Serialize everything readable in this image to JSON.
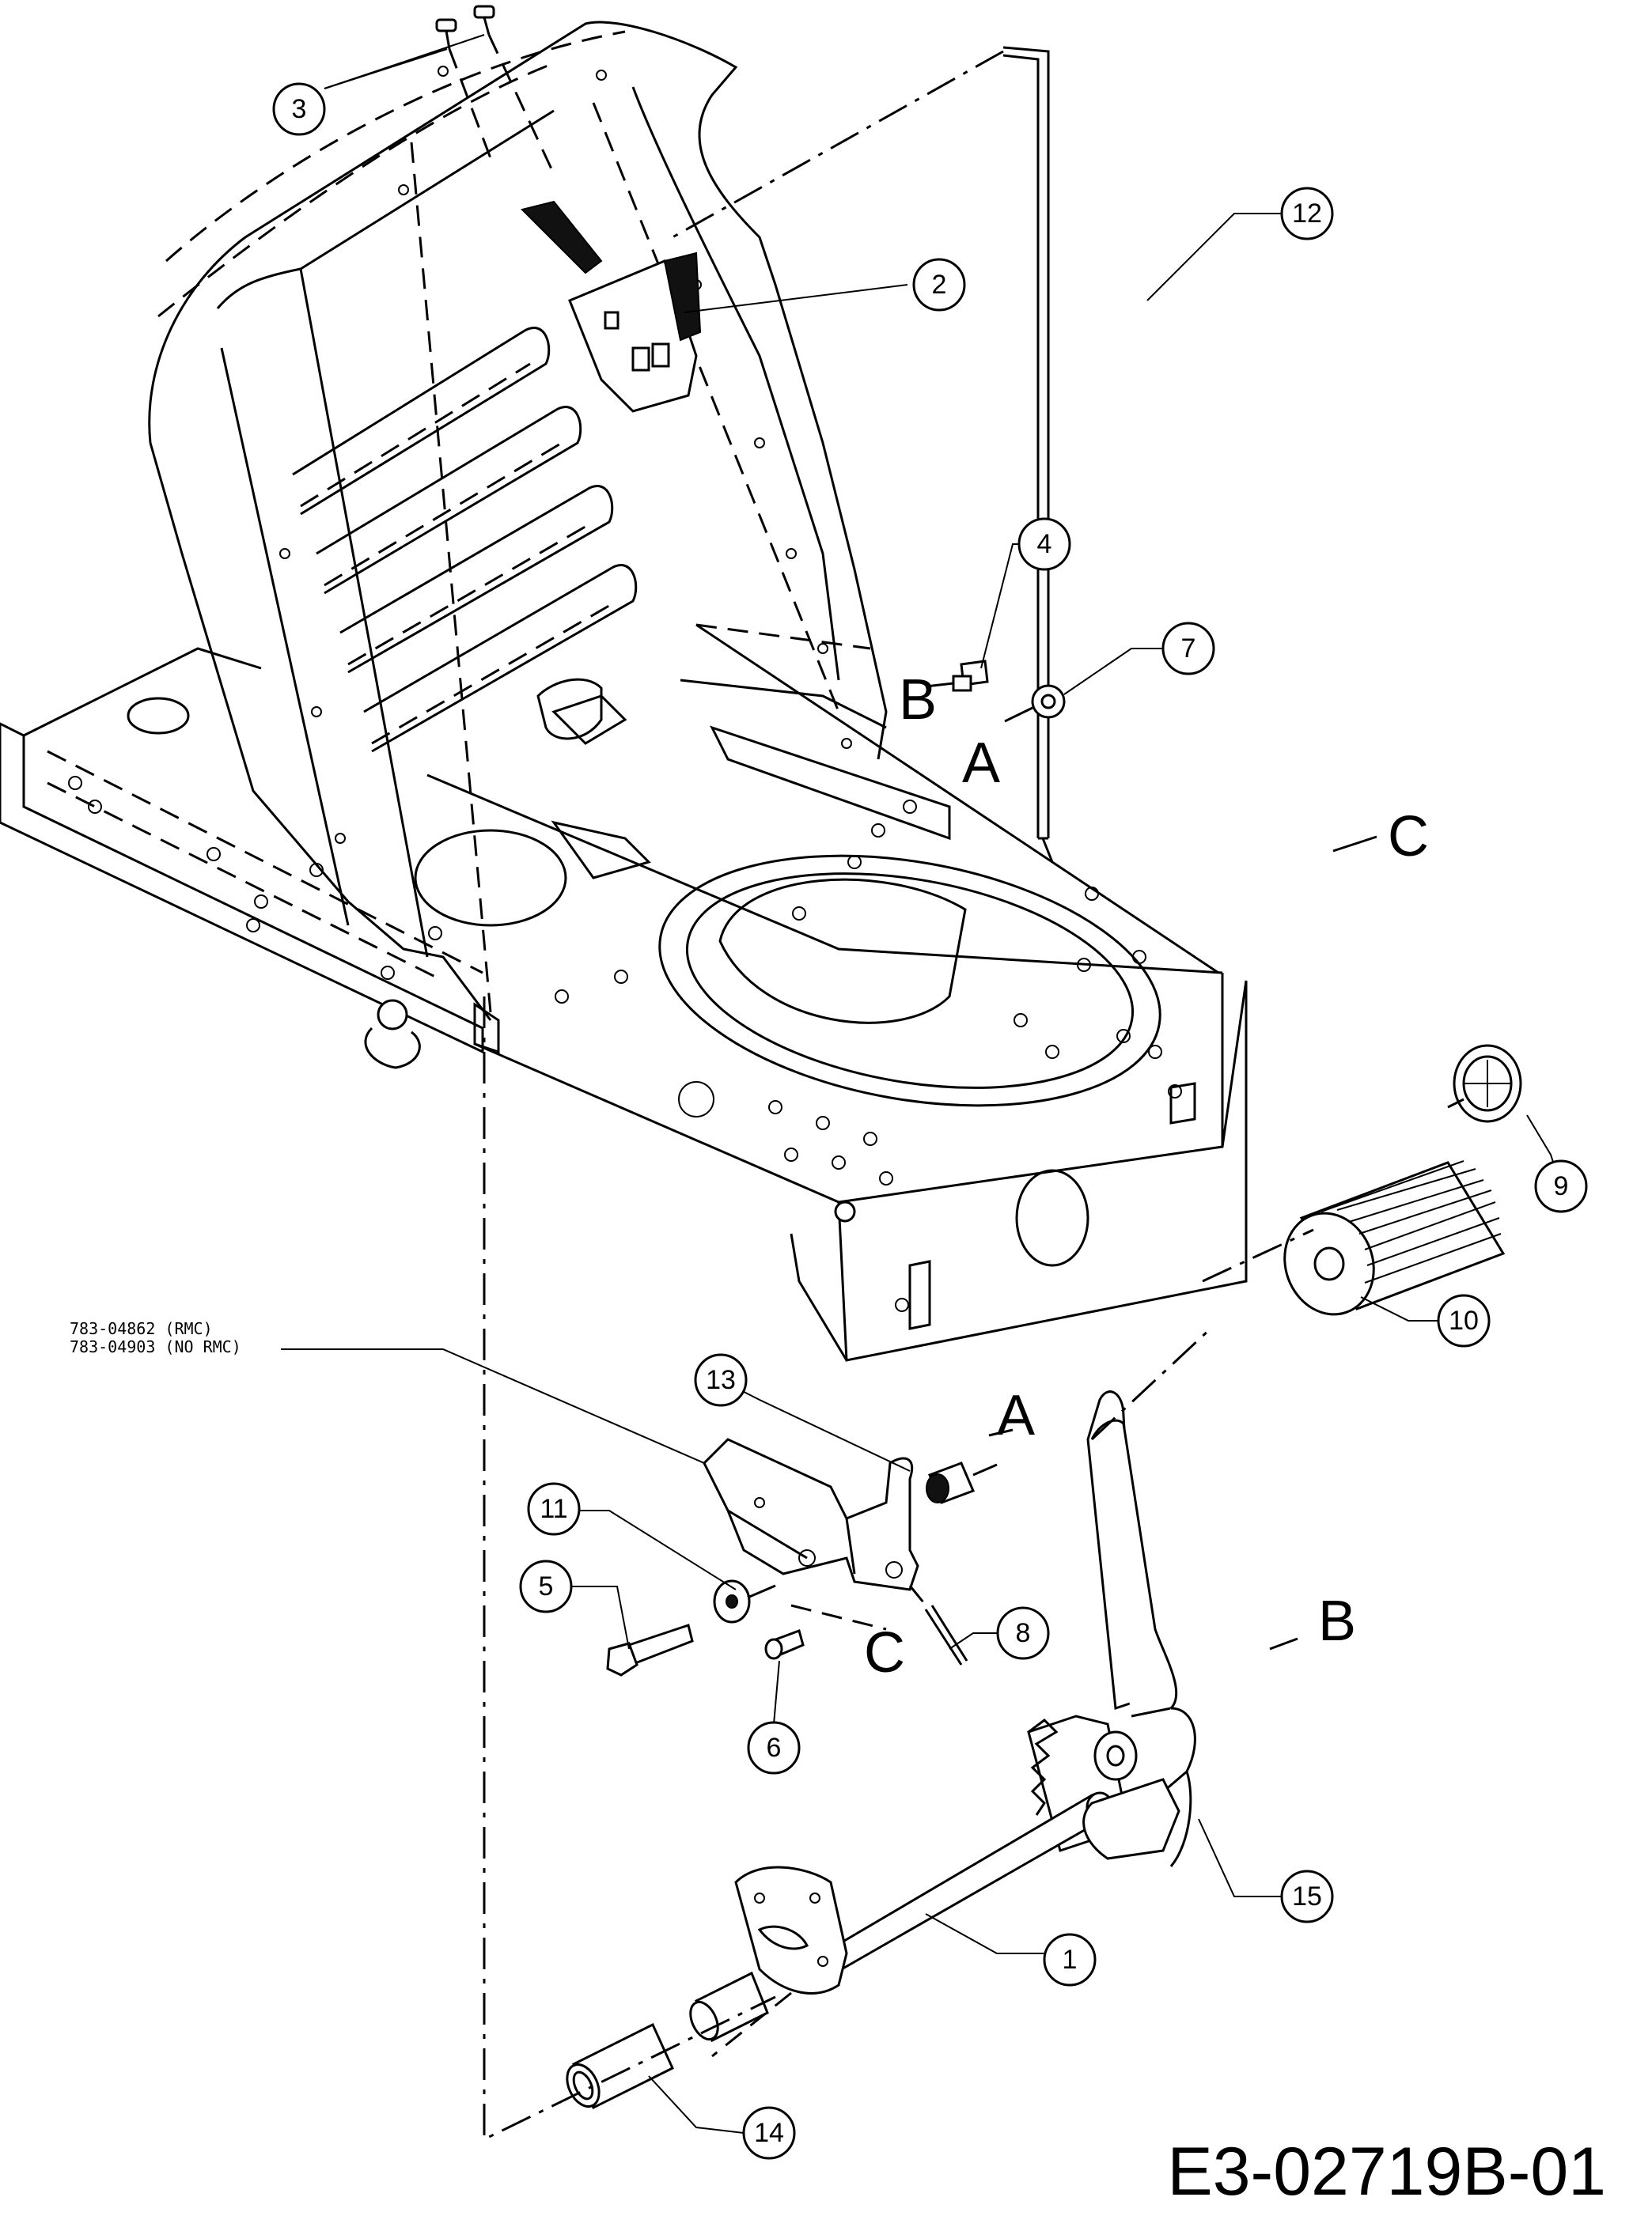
{
  "callouts": [
    {
      "id": "c1",
      "label": "1"
    },
    {
      "id": "c2",
      "label": "2"
    },
    {
      "id": "c3",
      "label": "3"
    },
    {
      "id": "c4",
      "label": "4"
    },
    {
      "id": "c5",
      "label": "5"
    },
    {
      "id": "c6",
      "label": "6"
    },
    {
      "id": "c7",
      "label": "7"
    },
    {
      "id": "c8",
      "label": "8"
    },
    {
      "id": "c9",
      "label": "9"
    },
    {
      "id": "c10",
      "label": "10"
    },
    {
      "id": "c11",
      "label": "11"
    },
    {
      "id": "c12",
      "label": "12"
    },
    {
      "id": "c13",
      "label": "13"
    },
    {
      "id": "c14",
      "label": "14"
    },
    {
      "id": "c15",
      "label": "15"
    }
  ],
  "connectors": {
    "a": "A",
    "b": "B",
    "c": "C"
  },
  "part_note": {
    "line1": "783-04862 (RMC)",
    "line2": "783-04903 (NO RMC)"
  },
  "document_id": "E3-02719B-01"
}
